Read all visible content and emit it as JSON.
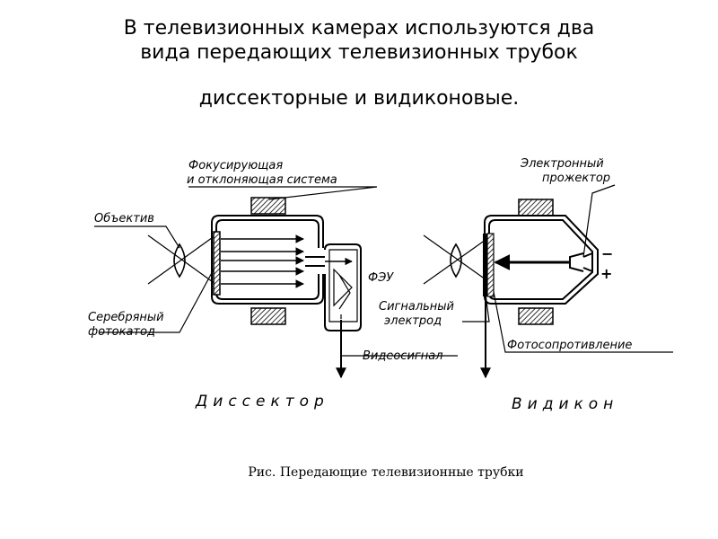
{
  "title": {
    "line1": "В телевизионных камерах используются два",
    "line2": "вида передающих телевизионных трубок",
    "line3": "диссекторные и видиконовые."
  },
  "diagram": {
    "left_labels": {
      "focus1": "Фокусирующая",
      "focus2": "и отклоняющая система",
      "objective": "Объектив",
      "cathode1": "Серебряный",
      "cathode2": "фотокатод",
      "feu": "ФЭУ",
      "video": "Видеосигнал",
      "name": "Диссектор"
    },
    "right_labels": {
      "projector1": "Электронный",
      "projector2": "прожектор",
      "signal1": "Сигнальный",
      "signal2": "электрод",
      "photoresist": "Фотосопротивление",
      "minus": "−",
      "plus": "+",
      "name": "Видикон"
    }
  },
  "caption": "Рис. Передающие телевизионные трубки"
}
